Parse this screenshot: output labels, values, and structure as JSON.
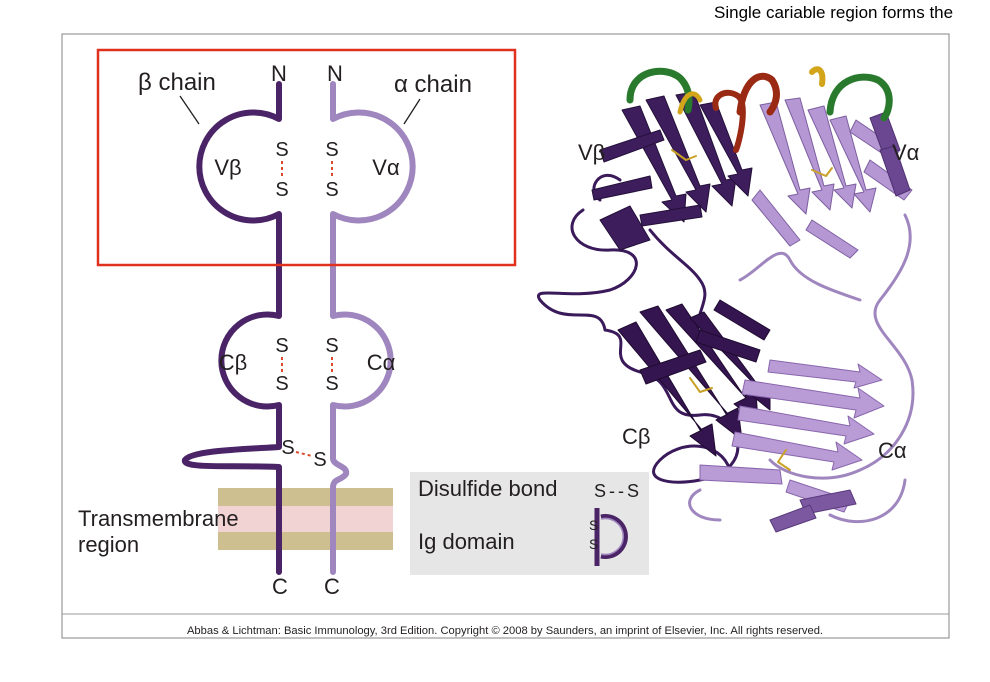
{
  "slide": {
    "header_text": "Single cariable region forms the"
  },
  "diagram": {
    "schematic": {
      "beta_chain_label": "β chain",
      "alpha_chain_label": "α chain",
      "n_terminus_beta": "N",
      "n_terminus_alpha": "N",
      "c_terminus_beta": "C",
      "c_terminus_alpha": "C",
      "v_beta": "Vβ",
      "v_alpha": "Vα",
      "c_beta": "Cβ",
      "c_alpha": "Cα",
      "sulfur": "S",
      "transmembrane_line1": "Transmembrane",
      "transmembrane_line2": "region"
    },
    "legend": {
      "disulfide_label": "Disulfide bond",
      "disulfide_symbol": "S - - S",
      "ig_domain_label": "Ig domain",
      "ig_symbol_letter": "S"
    },
    "structure": {
      "v_beta": "Vβ",
      "v_alpha": "Vα",
      "c_beta": "Cβ",
      "c_alpha": "Cα"
    },
    "caption": "Abbas & Lichtman: Basic Immunology, 3rd Edition. Copyright © 2008 by Saunders, an imprint of Elsevier, Inc. All rights reserved."
  },
  "colors": {
    "beta_chain": "#4a2466",
    "alpha_chain": "#9f86bf",
    "highlight_box": "#e0301e",
    "disulfide_dash": "#d94a2a",
    "membrane_band": "#cdbf8f",
    "membrane_core": "#f1d3d3",
    "legend_bg": "#e6e6e6",
    "loop_green": "#2a7a2e",
    "loop_red": "#9a2a14",
    "loop_yellow": "#d2a51a"
  }
}
